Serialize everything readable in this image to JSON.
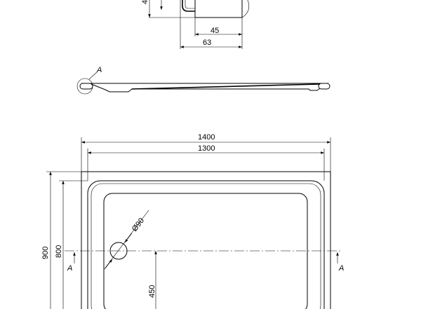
{
  "detail": {
    "dim_height": "4",
    "dim_inner": "45",
    "dim_outer": "63"
  },
  "side_view": {
    "detail_label": "A"
  },
  "plan_view": {
    "dim_outer_length": "1400",
    "dim_inner_length": "1300",
    "dim_outer_width": "900",
    "dim_inner_width": "800",
    "drain_diameter": "Ø90",
    "drain_offset": "450",
    "section_left": "A",
    "section_right": "A"
  }
}
